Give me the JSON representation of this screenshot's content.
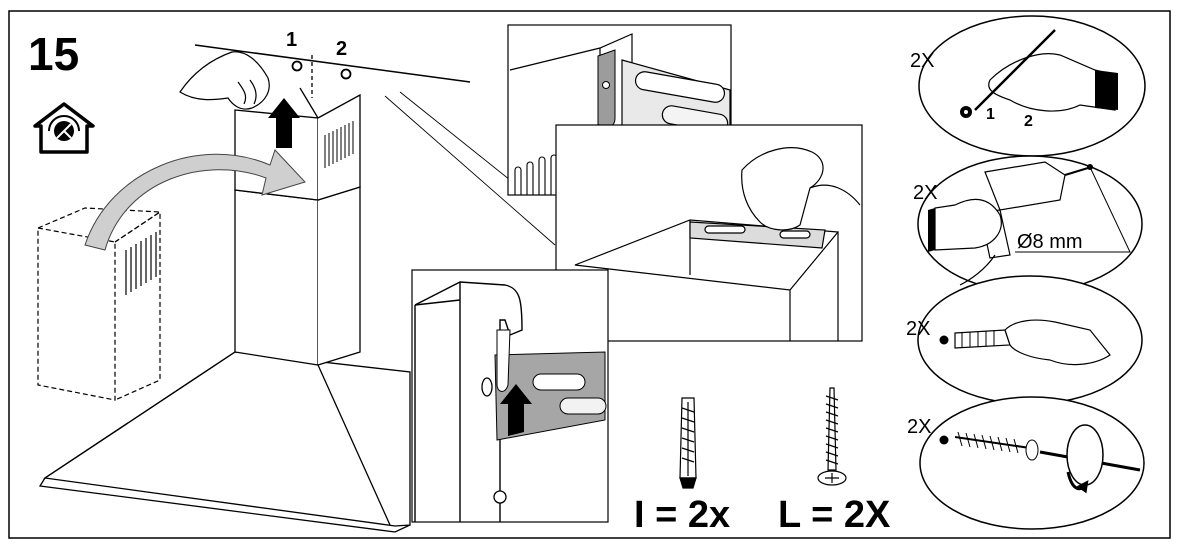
{
  "step": {
    "number": "15",
    "icon": "extraction-mode-house-icon"
  },
  "main_view": {
    "hole_labels": [
      "1",
      "2"
    ]
  },
  "callouts": {
    "hook_detail": "upper-chimney-hook-detail",
    "bracket_detail": "bracket-fitting-detail"
  },
  "hardware": {
    "plug_label": "I = 2x",
    "screw_label": "L = 2X"
  },
  "side_steps": [
    {
      "qty": "2X",
      "action": "mark-holes",
      "labels": [
        "1",
        "2"
      ]
    },
    {
      "qty": "2X",
      "action": "drill",
      "drill_size": "Ø8 mm"
    },
    {
      "qty": "2X",
      "action": "insert-wall-plugs"
    },
    {
      "qty": "2X",
      "action": "screw-in"
    }
  ]
}
